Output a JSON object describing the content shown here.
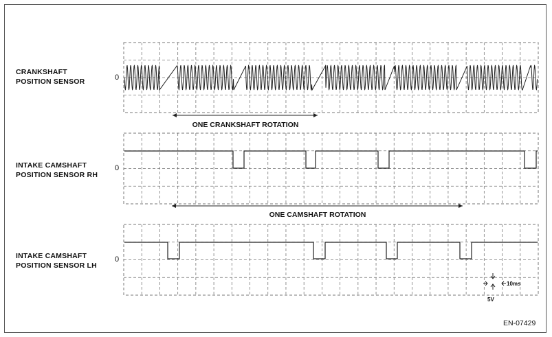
{
  "figure_id": "EN-07429",
  "zero_label": "0",
  "channels": [
    {
      "label_line1": "CRANKSHAFT",
      "label_line2": "POSITION SENSOR",
      "signal": "crank_sine"
    },
    {
      "label_line1": "INTAKE CAMSHAFT",
      "label_line2": "POSITION SENSOR RH",
      "signal": "cam_pulses"
    },
    {
      "label_line1": "INTAKE CAMSHAFT",
      "label_line2": "POSITION SENSOR LH",
      "signal": "cam_pulses"
    }
  ],
  "annotations": {
    "crank_rotation": "ONE CRANKSHAFT ROTATION",
    "cam_rotation": "ONE CAMSHAFT ROTATION",
    "time_scale": "10ms",
    "volt_scale": "5V"
  },
  "colors": {
    "trace": "#222222",
    "grid": "#777777",
    "frame": "#555555"
  }
}
